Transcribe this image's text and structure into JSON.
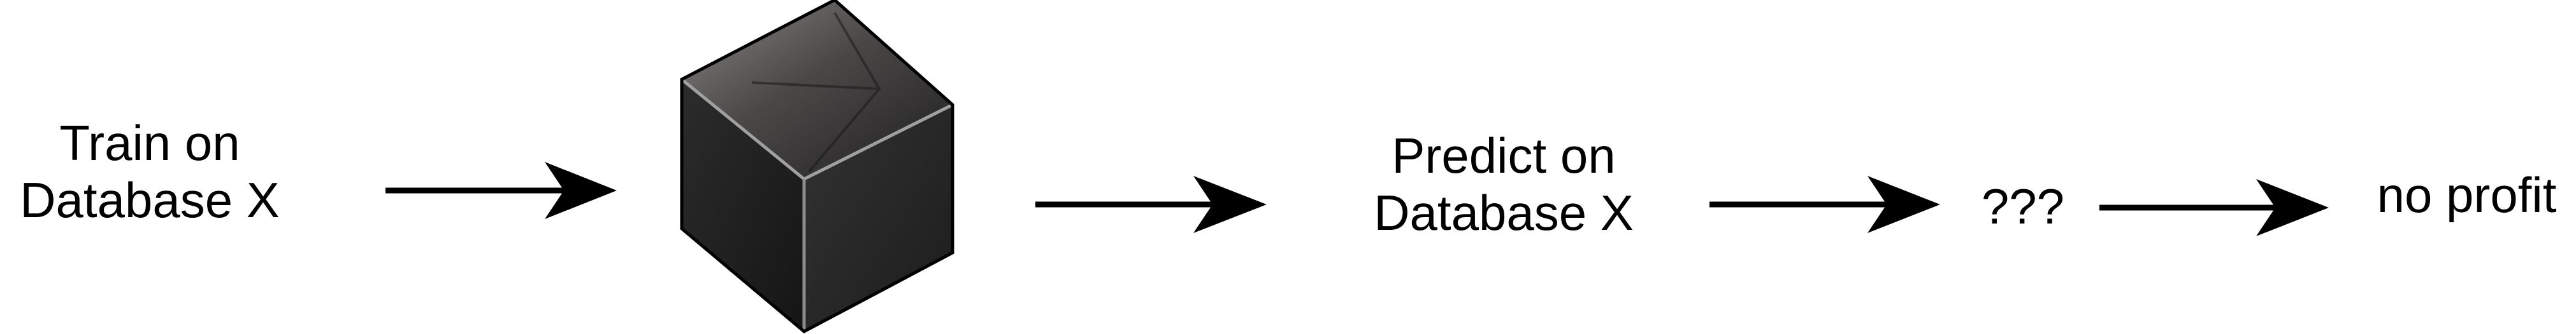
{
  "diagram": {
    "steps": [
      {
        "id": "train",
        "lines": [
          "Train on",
          "Database X"
        ]
      },
      {
        "id": "model",
        "icon": "black-box-cube-icon"
      },
      {
        "id": "predict",
        "lines": [
          "Predict on",
          "Database X"
        ]
      },
      {
        "id": "unknown",
        "lines": [
          "???"
        ]
      },
      {
        "id": "result",
        "lines": [
          "no profit"
        ]
      }
    ],
    "colors": {
      "text": "#000000",
      "arrow": "#000000",
      "cube_dark": "#2a2a2a",
      "cube_top": "#5a5858",
      "cube_edge": "#9a9a9a"
    }
  }
}
